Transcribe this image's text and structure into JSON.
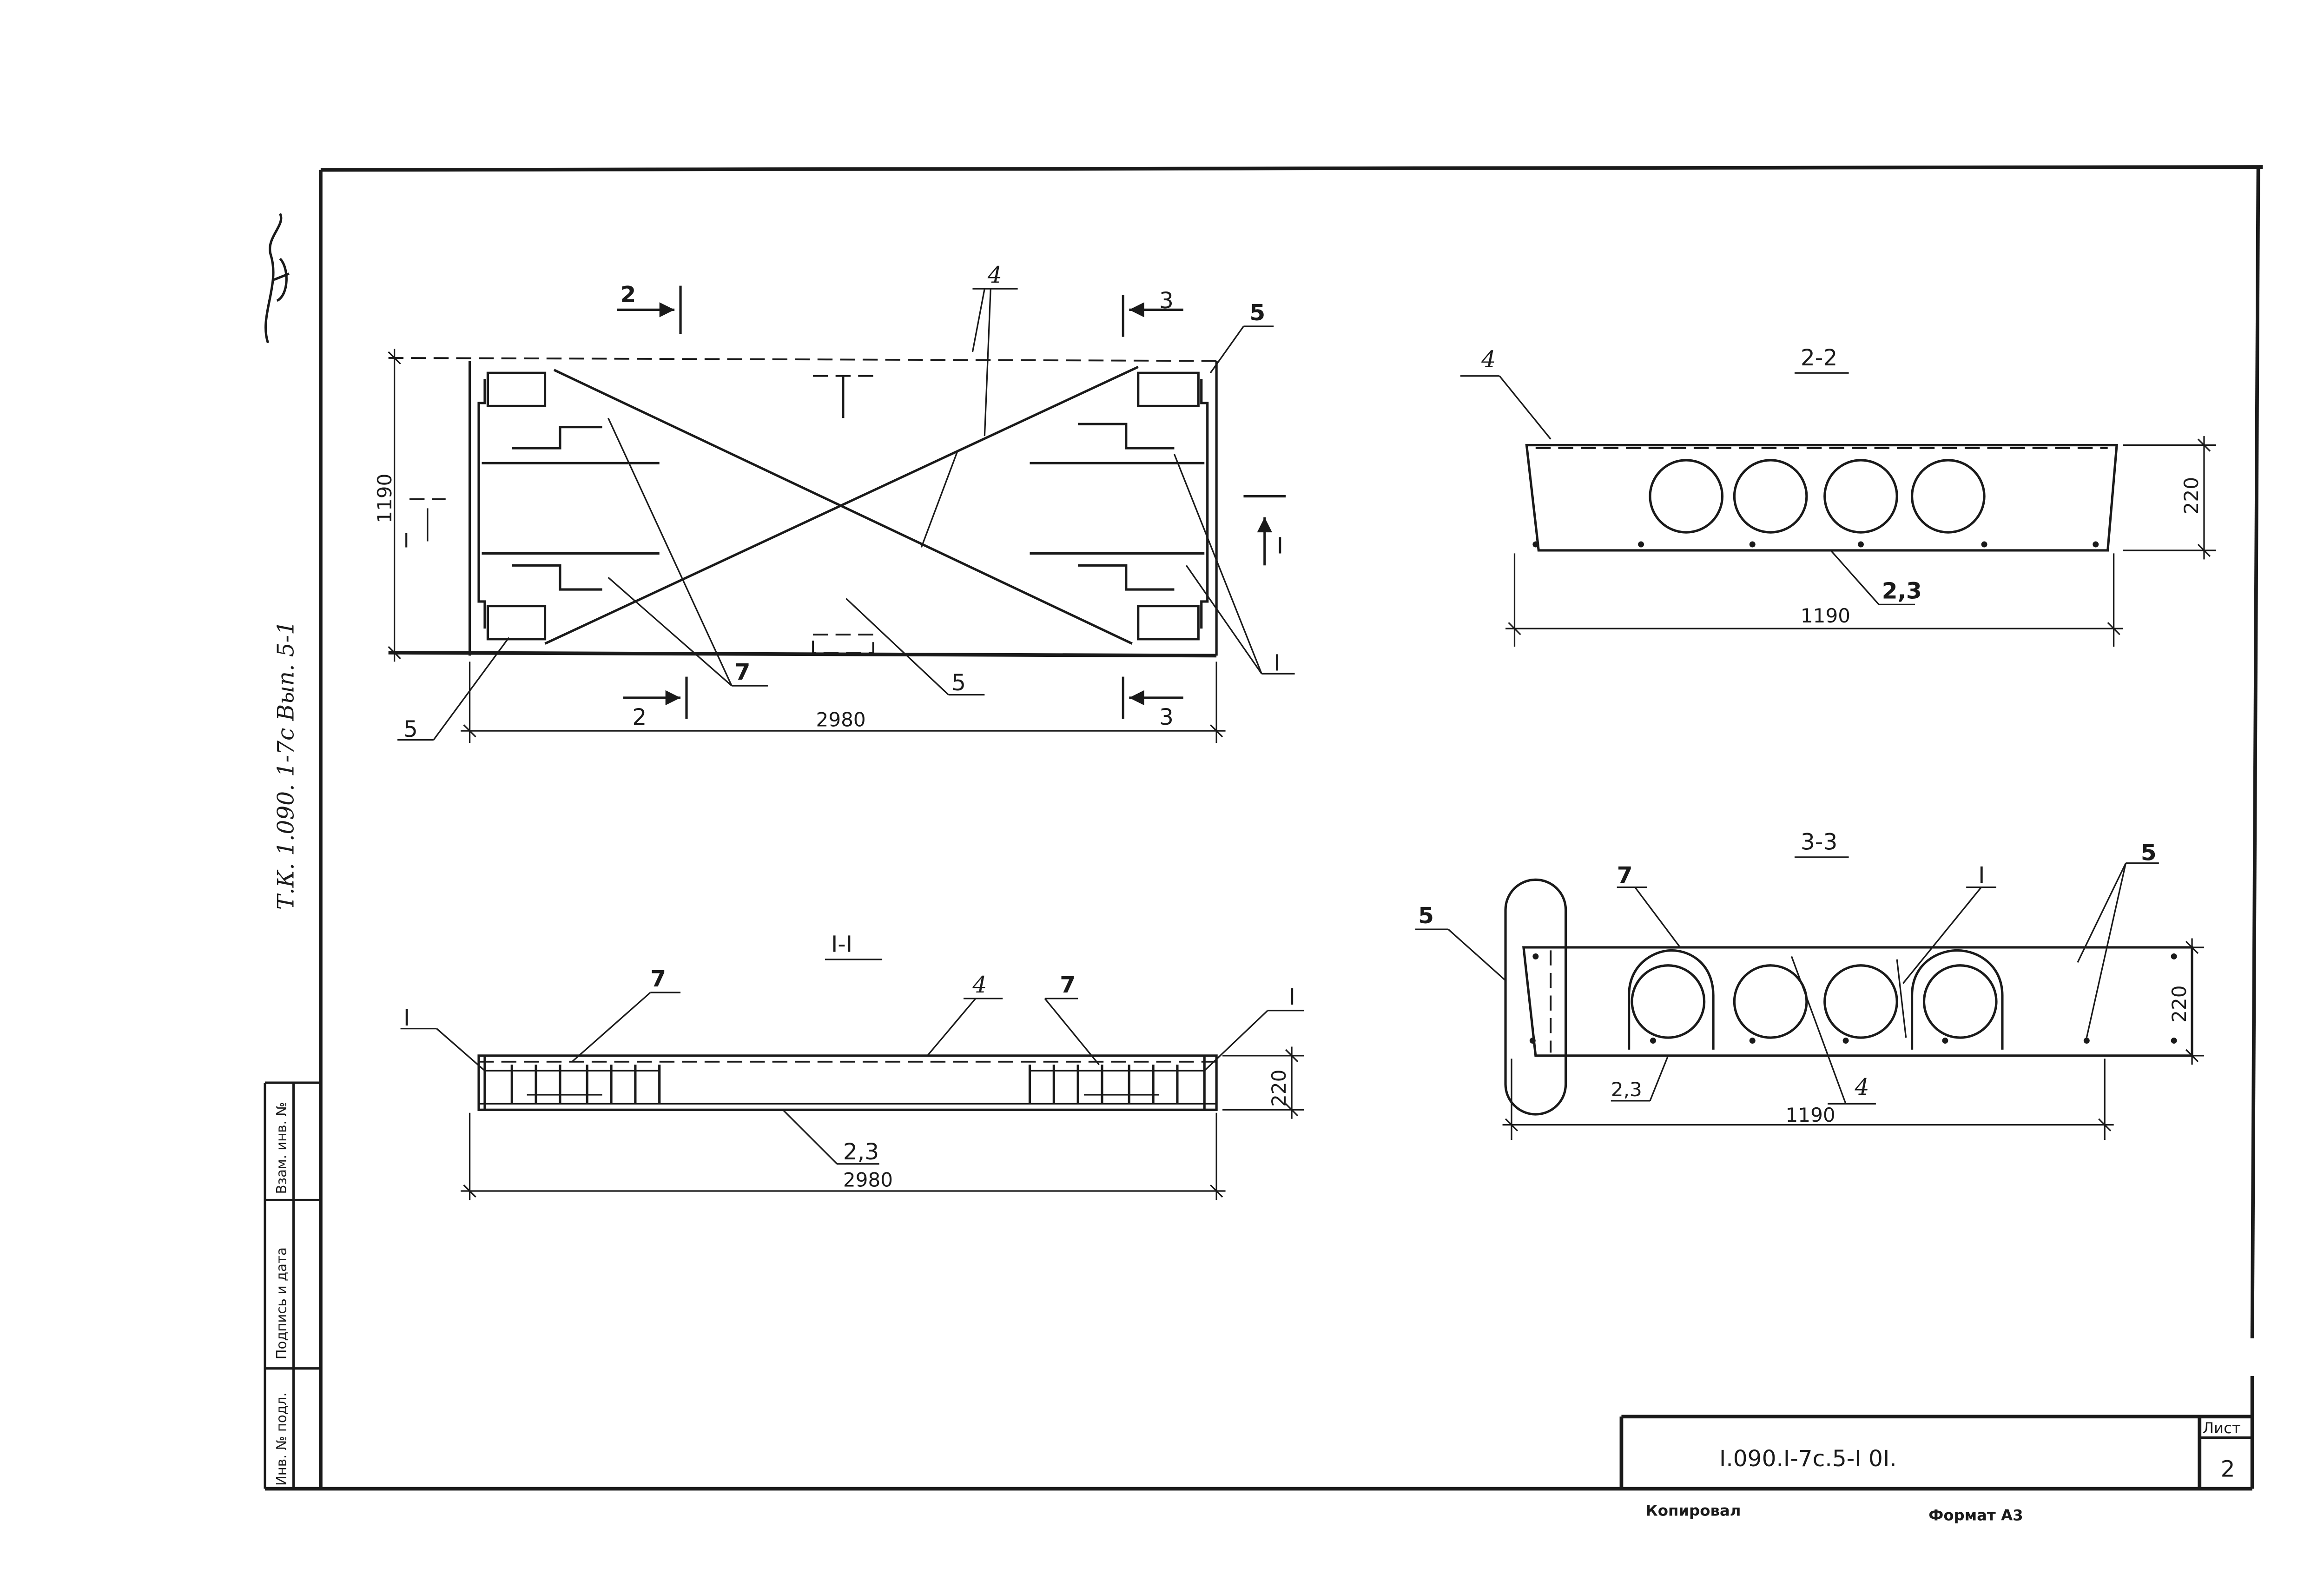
{
  "stamp": {
    "designation": "I.090.I-7c.5-I  0I.",
    "sheet_label": "Лист",
    "sheet_number": "2"
  },
  "footer": {
    "copied": "Копировал",
    "format": "Формат А3"
  },
  "margin_table": {
    "row1": "Взам. инв. №",
    "row2": "Подпись и дата",
    "row3": "Инв. № подл."
  },
  "margin_note": "Т.К. 1.090. 1-7с  Вып. 5-1",
  "plan": {
    "length": "2980",
    "width": "1190",
    "cut_2": "2",
    "cut_3": "3",
    "cut_I": "I",
    "cut_I_left": "I",
    "pos_4": "4",
    "pos_5_top": "5",
    "pos_5_bottom": "5",
    "pos_5_center": "5",
    "pos_7": "7",
    "pos_I": "I"
  },
  "section_22": {
    "title": "2-2",
    "width": "1190",
    "height": "220",
    "pos_4": "4",
    "pos_23": "2,3"
  },
  "section_33": {
    "title": "3-3",
    "width": "1190",
    "height": "220",
    "pos_5_left": "5",
    "pos_5_right": "5",
    "pos_7": "7",
    "pos_I": "I",
    "pos_4": "4",
    "pos_23": "2,3"
  },
  "section_II": {
    "title": "I-I",
    "length": "2980",
    "height": "220",
    "pos_I_left": "I",
    "pos_I_right": "I",
    "pos_7_left": "7",
    "pos_7_right": "7",
    "pos_4": "4",
    "pos_23": "2,3"
  }
}
